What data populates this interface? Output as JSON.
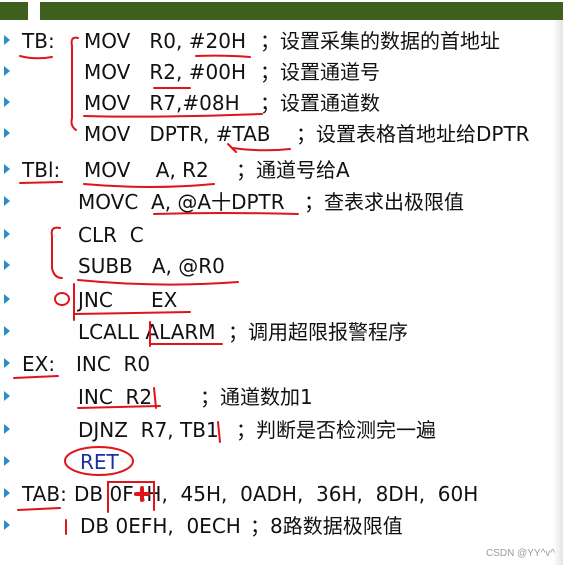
{
  "lines": [
    {
      "label": "TB:",
      "code": "MOV   R0, #20H",
      "comment": "；设置采集的数据的首地址"
    },
    {
      "label": "",
      "code": "MOV   R2, #00H",
      "comment": "；设置通道号"
    },
    {
      "label": "",
      "code": "MOV   R7,#08H",
      "comment": "；设置通道数"
    },
    {
      "label": "",
      "code": "MOV   DPTR, #TAB",
      "comment": "；设置表格首地址给DPTR"
    },
    {
      "label": "TBl:",
      "code": "MOV    A, R2",
      "comment": "；通道号给A"
    },
    {
      "label": "",
      "code": "MOVC  A, @A十DPTR",
      "comment": "；查表求出极限值"
    },
    {
      "label": "",
      "code": "CLR  C",
      "comment": ""
    },
    {
      "label": "",
      "code": "SUBB   A, @R0",
      "comment": ""
    },
    {
      "label": "",
      "code": "JNC      EX",
      "comment": ""
    },
    {
      "label": "",
      "code": "LCALL ALARM",
      "comment": "；调用超限报警程序"
    },
    {
      "label": "EX:",
      "code": "INC  R0",
      "comment": ""
    },
    {
      "label": "",
      "code": "INC  R2",
      "comment": "；通道数加1"
    },
    {
      "label": "",
      "code": "DJNZ  R7, TB1",
      "comment": "；判断是否检测完一遍"
    },
    {
      "label": "",
      "code": "RET",
      "comment": ""
    },
    {
      "label": "TAB:",
      "code": "DB 0F .H,  45H,  0ADH,  36H,  8DH,  60H",
      "comment": ""
    },
    {
      "label": "",
      "code": "DB 0EFH,  0ECH",
      "comment": "；8路数据极限值"
    }
  ],
  "watermark": "CSDN @YY^v^",
  "colors": {
    "bullet": "#2a8fc4",
    "annotation": "#e0141b",
    "ret": "#1b2ea6",
    "topbar": "#3f5f1f"
  }
}
